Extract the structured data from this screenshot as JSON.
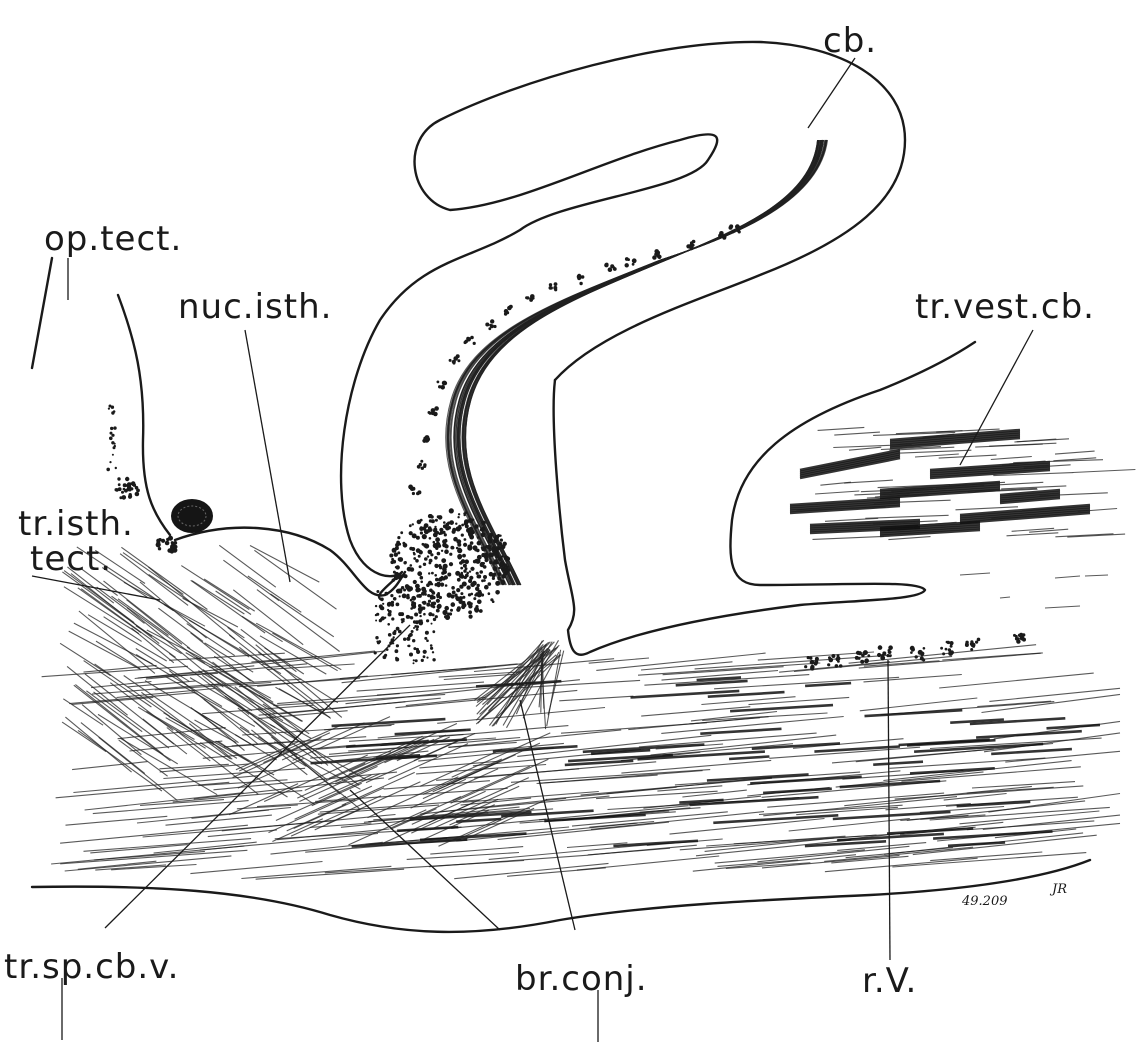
{
  "figure": {
    "labels": {
      "cb": "cb.",
      "op_tect": "op.tect.",
      "nuc_isth": "nuc.isth.",
      "tr_vest_cb": "tr.vest.cb.",
      "tr_isth": "tr.isth.",
      "tect": "tect.",
      "tr_sp_cb_v": "tr.sp.cb.v.",
      "br_conj": "br.conj.",
      "r_v": "r.V."
    },
    "plate_number": "49.209",
    "initials": "JR"
  }
}
